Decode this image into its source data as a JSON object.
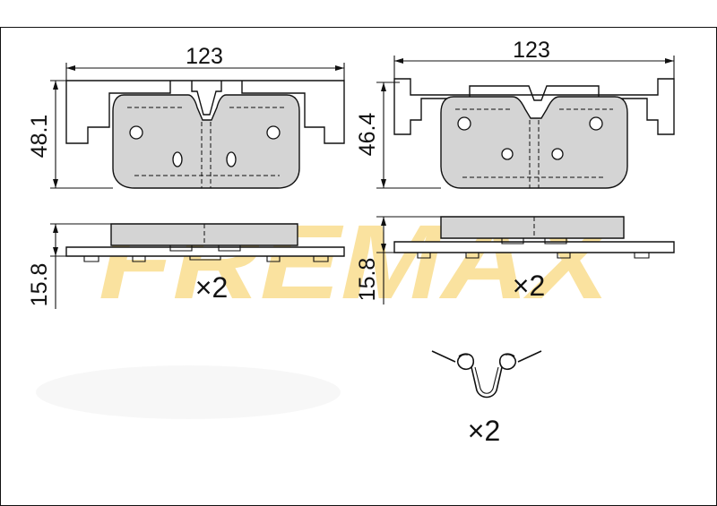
{
  "brand_watermark": "FREMAX",
  "colors": {
    "line": "#111111",
    "pad_fill": "#d4d4d4",
    "watermark": "#f6cc52",
    "background": "#ffffff"
  },
  "dimensions": {
    "pad_left_width": "123",
    "pad_left_height": "48.1",
    "pad_right_width": "123",
    "pad_right_height": "46.4",
    "thickness_left": "15.8",
    "thickness_right": "15.8"
  },
  "quantities": {
    "pad_left": "×2",
    "pad_right": "×2",
    "spring": "×2"
  }
}
